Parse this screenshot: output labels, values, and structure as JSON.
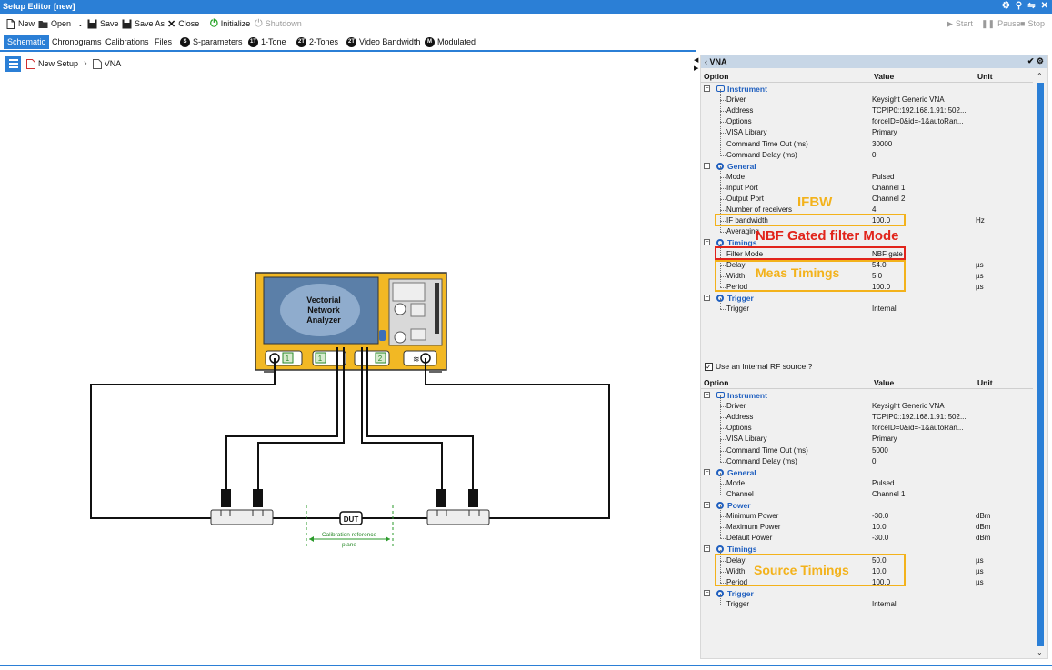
{
  "window": {
    "title": "Setup Editor [new]"
  },
  "toolbar": {
    "new": "New",
    "open": "Open",
    "save": "Save",
    "save_as": "Save As",
    "close": "Close",
    "initialize": "Initialize",
    "shutdown": "Shutdown",
    "start": "Start",
    "pause": "Pause",
    "stop": "Stop"
  },
  "tabs": [
    {
      "label": "Schematic"
    },
    {
      "label": "Chronograms"
    },
    {
      "label": "Calibrations"
    },
    {
      "label": "Files"
    },
    {
      "label": "S-parameters",
      "badge": "S"
    },
    {
      "label": "1-Tone",
      "badge": "1T"
    },
    {
      "label": "2-Tones",
      "badge": "2T"
    },
    {
      "label": "Video Bandwidth",
      "badge": "2T"
    },
    {
      "label": "Modulated",
      "badge": "M"
    }
  ],
  "breadcrumb": {
    "root": "New Setup",
    "current": "VNA"
  },
  "schematic": {
    "instrument": [
      "Vectorial",
      "Network",
      "Analyzer"
    ],
    "port1": "1",
    "port2": "2",
    "dut": "DUT",
    "cal_plane": [
      "Calibration reference",
      "plane"
    ]
  },
  "panel": {
    "title": "VNA",
    "headers": {
      "option": "Option",
      "value": "Value",
      "unit": "Unit"
    },
    "rf_source_label": "Use an Internal RF source ?",
    "vna_rows": [
      {
        "kind": "cat",
        "label": "Instrument",
        "icon": "instrument-icon"
      },
      {
        "label": "Driver",
        "value": "Keysight Generic VNA"
      },
      {
        "label": "Address",
        "value": "TCPIP0::192.168.1.91::502..."
      },
      {
        "label": "Options",
        "value": "forceID=0&id=-1&autoRan..."
      },
      {
        "label": "VISA Library",
        "value": "Primary"
      },
      {
        "label": "Command Time Out (ms)",
        "value": "30000"
      },
      {
        "label": "Command Delay (ms)",
        "value": "0"
      },
      {
        "kind": "cat",
        "label": "General",
        "icon": "gear-icon"
      },
      {
        "label": "Mode",
        "value": "Pulsed"
      },
      {
        "label": "Input Port",
        "value": "Channel 1"
      },
      {
        "label": "Output Port",
        "value": "Channel 2"
      },
      {
        "label": "Number of receivers",
        "value": "4"
      },
      {
        "label": "IF bandwidth",
        "value": "100.0",
        "unit": "Hz"
      },
      {
        "label": "Averaging",
        "value": ""
      },
      {
        "kind": "cat",
        "label": "Timings",
        "icon": "gear-icon"
      },
      {
        "label": "Filter Mode",
        "value": "NBF gate"
      },
      {
        "label": "Delay",
        "value": "54.0",
        "unit": "µs"
      },
      {
        "label": "Width",
        "value": "5.0",
        "unit": "µs"
      },
      {
        "label": "Period",
        "value": "100.0",
        "unit": "µs"
      },
      {
        "kind": "cat",
        "label": "Trigger",
        "icon": "gear-icon"
      },
      {
        "label": "Trigger",
        "value": "Internal"
      }
    ],
    "src_rows": [
      {
        "kind": "cat",
        "label": "Instrument",
        "icon": "instrument-icon"
      },
      {
        "label": "Driver",
        "value": "Keysight Generic VNA"
      },
      {
        "label": "Address",
        "value": "TCPIP0::192.168.1.91::502..."
      },
      {
        "label": "Options",
        "value": "forceID=0&id=-1&autoRan..."
      },
      {
        "label": "VISA Library",
        "value": "Primary"
      },
      {
        "label": "Command Time Out (ms)",
        "value": "5000"
      },
      {
        "label": "Command Delay (ms)",
        "value": "0"
      },
      {
        "kind": "cat",
        "label": "General",
        "icon": "gear-icon"
      },
      {
        "label": "Mode",
        "value": "Pulsed"
      },
      {
        "label": "Channel",
        "value": "Channel 1"
      },
      {
        "kind": "cat",
        "label": "Power",
        "icon": "gear-icon"
      },
      {
        "label": "Minimum Power",
        "value": "-30.0",
        "unit": "dBm"
      },
      {
        "label": "Maximum Power",
        "value": "10.0",
        "unit": "dBm"
      },
      {
        "label": "Default Power",
        "value": "-30.0",
        "unit": "dBm"
      },
      {
        "kind": "cat",
        "label": "Timings",
        "icon": "gear-icon"
      },
      {
        "label": "Delay",
        "value": "50.0",
        "unit": "µs"
      },
      {
        "label": "Width",
        "value": "10.0",
        "unit": "µs"
      },
      {
        "label": "Period",
        "value": "100.0",
        "unit": "µs"
      },
      {
        "kind": "cat",
        "label": "Trigger",
        "icon": "gear-icon"
      },
      {
        "label": "Trigger",
        "value": "Internal"
      }
    ]
  },
  "annotations": {
    "ifbw": "IFBW",
    "nbf": "NBF Gated filter Mode",
    "meas": "Meas Timings",
    "source": "Source Timings"
  },
  "colors": {
    "accent": "#2b7fd6",
    "highlight": "#f3b21b",
    "alert": "#e1241b",
    "category": "#1f5fbf"
  }
}
